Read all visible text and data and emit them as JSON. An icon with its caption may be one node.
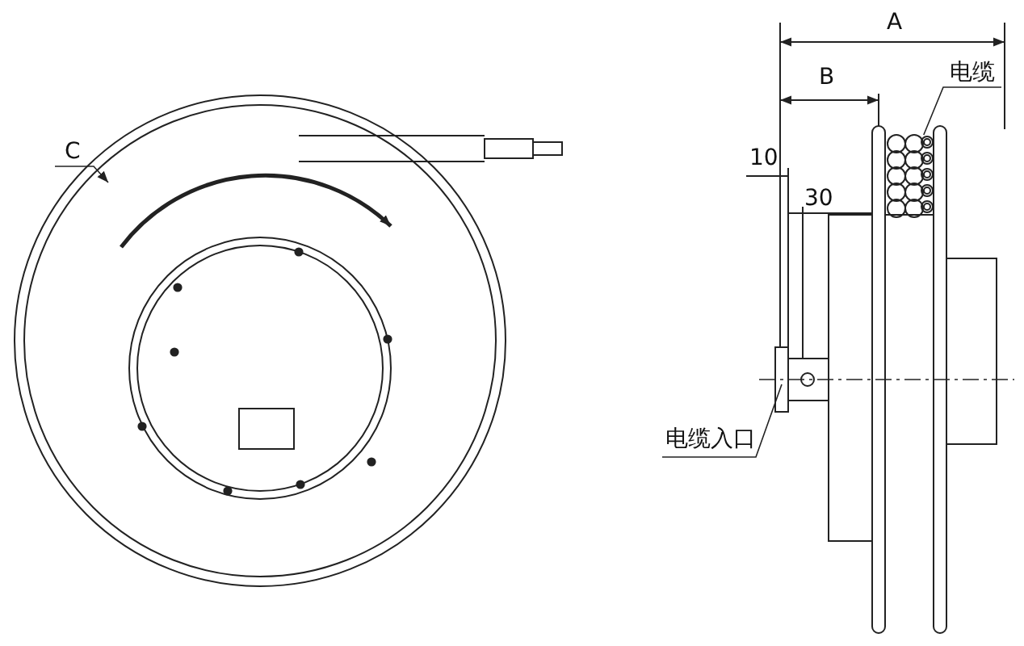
{
  "diagram": {
    "nodes": [
      {
        "text": [
          "C"
        ]
      },
      {
        "text": [
          "电缆"
        ]
      },
      {
        "text": [
          "电缆入口"
        ]
      },
      {
        "text": [],
        "shape": "picture"
      }
    ],
    "edges": [
      {
        "from": 0,
        "to": null,
        "arrow": "to"
      },
      {
        "from": 1,
        "to": 3,
        "arrow": "none"
      },
      {
        "from": 2,
        "to": null,
        "arrow": "none"
      }
    ],
    "labels": [
      "A",
      "B",
      "10",
      "30"
    ]
  }
}
